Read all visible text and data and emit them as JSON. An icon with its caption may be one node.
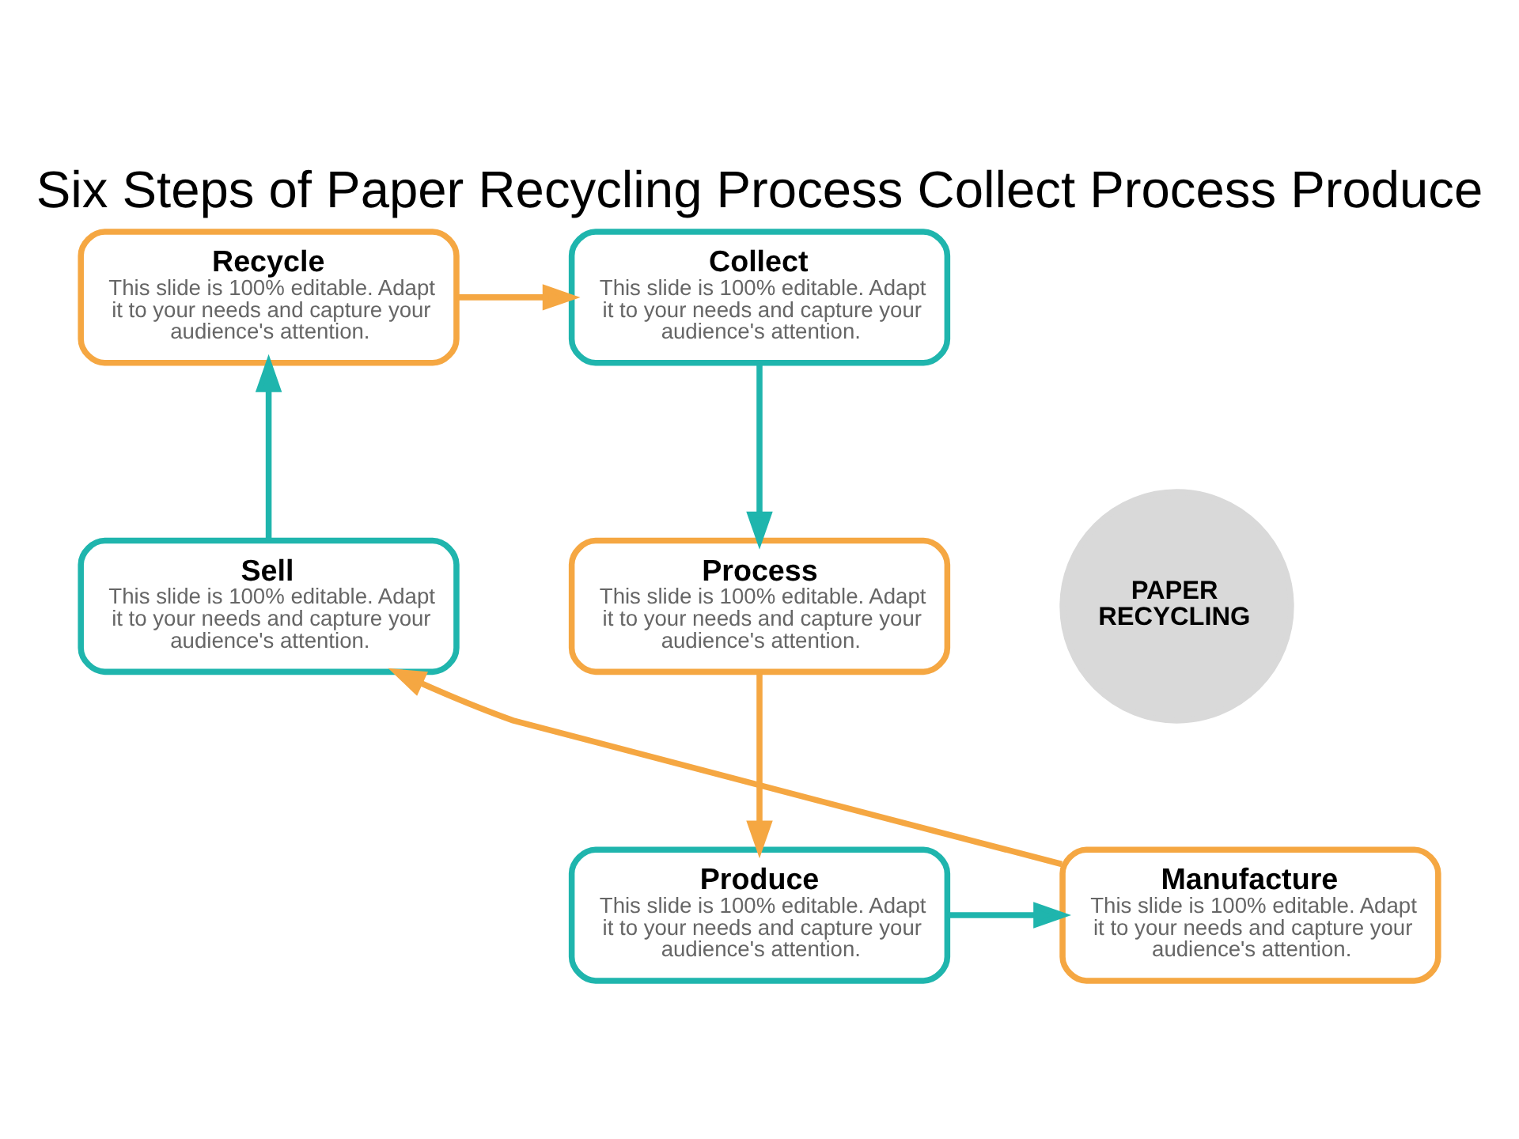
{
  "diagram": {
    "title": "Six Steps of Paper Recycling Process Collect Process Produce",
    "nodes": [
      {
        "text": [
          "Recycle",
          "This slide is 100% editable. Adapt it to your needs and capture your audience's attention."
        ]
      },
      {
        "text": [
          "Collect",
          "This slide is 100% editable. Adapt it to your needs and capture your audience's attention."
        ]
      },
      {
        "text": [
          "Sell",
          "This slide is 100% editable. Adapt it to your needs and capture your audience's attention."
        ]
      },
      {
        "text": [
          "PAPER RECYCLING"
        ]
      },
      {
        "text": [
          "Process",
          "This slide is 100% editable. Adapt it to your needs and capture your audience's attention."
        ]
      },
      {
        "text": [
          "Manufacture",
          "This slide is 100% editable. Adapt it to your needs and capture your audience's attention."
        ]
      },
      {
        "text": [
          "Produce",
          "This slide is 100% editable. Adapt it to your needs and capture your audience's attention."
        ]
      }
    ],
    "edges": [
      {
        "from": 0,
        "to": 1,
        "arrow": "to",
        "color": "#f5a742"
      },
      {
        "from": 1,
        "to": 4,
        "arrow": "to",
        "color": "#1fb5ad"
      },
      {
        "from": 4,
        "to": 6,
        "arrow": "to",
        "color": "#f5a742"
      },
      {
        "from": 6,
        "to": 5,
        "arrow": "to",
        "color": "#1fb5ad"
      },
      {
        "from": 5,
        "to": 2,
        "arrow": "to",
        "color": "#f5a742"
      },
      {
        "from": 2,
        "to": 0,
        "arrow": "to",
        "color": "#1fb5ad"
      }
    ]
  }
}
